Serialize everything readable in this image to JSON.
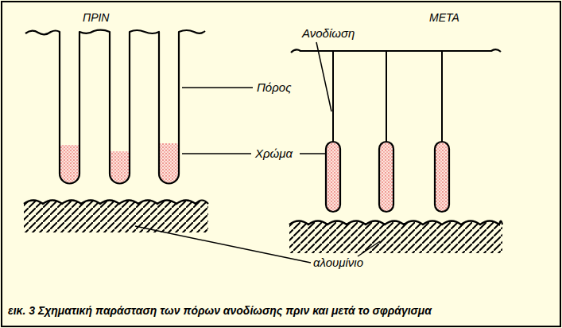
{
  "diagram": {
    "caption": "εικ. 3 Σχηματική παράσταση των πόρων ανοδίωσης πριν και μετά το σφράγισμα",
    "labels": [
      "ΠΡΙΝ",
      "ΜΕΤΑ",
      "Ανοδίωση",
      "Πόρος",
      "Χρώμα",
      "αλουμίνιο"
    ]
  }
}
